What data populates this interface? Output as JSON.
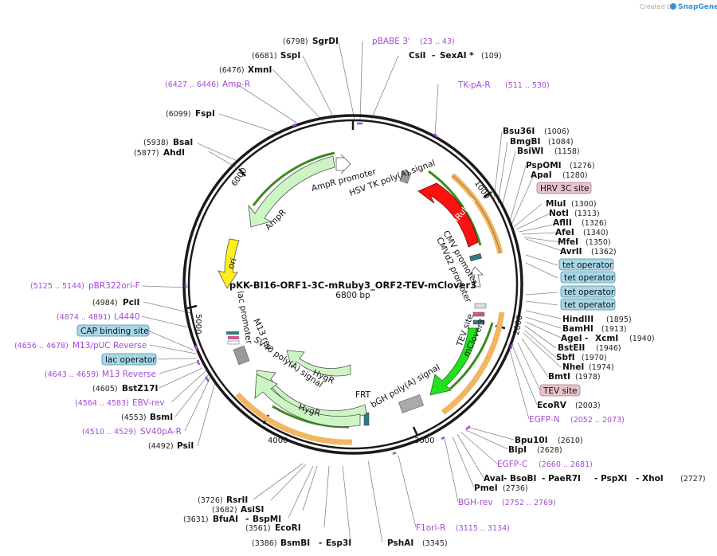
{
  "header": {
    "credit": "Created by",
    "brand": "SnapGene"
  },
  "plasmid": {
    "name": "pKK-BI16-ORF1-3C-mRuby3_ORF2-TEV-mClover3",
    "size": "6800 bp"
  },
  "ticks": [
    "1000",
    "2000",
    "3000",
    "4000",
    "5000",
    "6000"
  ],
  "features": {
    "ampr_promoter": "AmpR promoter",
    "hsv_tk": "HSV TK poly(A) signal",
    "ampr": "AmpR",
    "ori": "ori",
    "mruby3": "mRuby3",
    "cmv_promoter": "CMV promoter",
    "cmvd2_promoter": "CMVd2 promoter",
    "lac_promoter": "lac promoter",
    "m13_rev": "M13 rev",
    "sv40": "SV40 poly(A) signal",
    "hygr1": "HygR",
    "hygr2": "HygR",
    "frt": "FRT",
    "bgh": "bGH poly(A) signal",
    "tev_site": "TEV site",
    "mclover3": "mClover3"
  },
  "labels": {
    "sgrdi": {
      "pos": "(6798)",
      "name": "SgrDI"
    },
    "sspi": {
      "pos": "(6681)",
      "name": "SspI"
    },
    "xmni": {
      "pos": "(6476)",
      "name": "XmnI"
    },
    "ampr_p": {
      "pos": "(6427 .. 6446)",
      "name": "Amp-R"
    },
    "fspi": {
      "pos": "(6099)",
      "name": "FspI"
    },
    "bsai": {
      "pos": "(5938)",
      "name": "BsaI"
    },
    "ahdi": {
      "pos": "(5877)",
      "name": "AhdI"
    },
    "pbabe": {
      "name": "pBABE 3'",
      "pos": "(23 .. 43)"
    },
    "csii": {
      "name": "CsiI",
      "sep": "-",
      "name2": "SexAI *",
      "pos": "(109)"
    },
    "tkpa": {
      "name": "TK-pA-R",
      "pos": "(511 .. 530)"
    },
    "bsu36i": {
      "name": "Bsu36I",
      "pos": "(1006)"
    },
    "bmgbi": {
      "name": "BmgBI",
      "pos": "(1084)"
    },
    "bsiwi": {
      "name": "BsiWI",
      "pos": "(1158)"
    },
    "pspomi": {
      "name": "PspOMI",
      "pos": "(1276)"
    },
    "apai": {
      "name": "ApaI",
      "pos": "(1280)"
    },
    "hrv": {
      "name": "HRV 3C site"
    },
    "mlui": {
      "name": "MluI",
      "pos": "(1300)"
    },
    "noti": {
      "name": "NotI",
      "pos": "(1313)"
    },
    "afliii": {
      "name": "AflII",
      "pos": "(1326)"
    },
    "afei": {
      "name": "AfeI",
      "pos": "(1340)"
    },
    "mfei": {
      "name": "MfeI",
      "pos": "(1350)"
    },
    "avrii": {
      "name": "AvrII",
      "pos": "(1362)"
    },
    "teto1": {
      "name": "tet operator"
    },
    "teto2": {
      "name": "tet operator"
    },
    "teto3": {
      "name": "tet operator"
    },
    "teto4": {
      "name": "tet operator"
    },
    "hindiii": {
      "name": "HindIII",
      "pos": "(1895)"
    },
    "bamhi": {
      "name": "BamHI",
      "pos": "(1913)"
    },
    "agei": {
      "name": "AgeI",
      "sep": "-",
      "name2": "XcmI",
      "pos": "(1940)"
    },
    "bsteii": {
      "name": "BstEII",
      "pos": "(1946)"
    },
    "sbfi": {
      "name": "SbfI",
      "pos": "(1970)"
    },
    "nhei": {
      "name": "NheI",
      "pos": "(1974)"
    },
    "bmti": {
      "name": "BmtI",
      "pos": "(1978)"
    },
    "tevbox": {
      "name": "TEV site"
    },
    "ecorv": {
      "name": "EcoRV",
      "pos": "(2003)"
    },
    "egfpn": {
      "name": "EGFP-N",
      "pos": "(2052 .. 2073)"
    },
    "bpu10i": {
      "name": "Bpu10I",
      "pos": "(2610)"
    },
    "blpi": {
      "name": "BlpI",
      "pos": "(2628)"
    },
    "egfpc": {
      "name": "EGFP-C",
      "pos": "(2660 .. 2681)"
    },
    "avai": {
      "name": "AvaI",
      "sep1": "-",
      "name2": "BsoBI",
      "sep2": "-",
      "name3": "PaeR7I",
      "sep3": "-",
      "name4": "PspXI",
      "sep4": "-",
      "name5": "XhoI",
      "pos": "(2727)"
    },
    "pmei": {
      "name": "PmeI",
      "pos": "(2736)"
    },
    "bghrev": {
      "name": "BGH-rev",
      "pos": "(2752 .. 2769)"
    },
    "f1ori": {
      "name": "F1ori-R",
      "pos": "(3115 .. 3134)"
    },
    "pshai": {
      "name": "PshAI",
      "pos": "(3345)"
    },
    "bsmbi": {
      "pos": "(3386)",
      "name": "BsmBI",
      "sep": "-",
      "name2": "Esp3I"
    },
    "ecori": {
      "pos": "(3561)",
      "name": "EcoRI"
    },
    "bfuai": {
      "pos": "(3631)",
      "name": "BfuAI",
      "sep": "-",
      "name2": "BspMI"
    },
    "asisi": {
      "pos": "(3682)",
      "name": "AsiSI"
    },
    "rsrii": {
      "pos": "(3726)",
      "name": "RsrII"
    },
    "psii": {
      "pos": "(4492)",
      "name": "PsiI"
    },
    "sv40pa": {
      "pos": "(4510 .. 4529)",
      "name": "SV40pA-R"
    },
    "bsmi": {
      "pos": "(4553)",
      "name": "BsmI"
    },
    "ebv": {
      "pos": "(4564 .. 4583)",
      "name": "EBV-rev"
    },
    "bstz17i": {
      "pos": "(4605)",
      "name": "BstZ17I"
    },
    "m13rev": {
      "pos": "(4643 .. 4659)",
      "name": "M13 Reverse"
    },
    "lacop": {
      "name": "lac operator"
    },
    "m13puc": {
      "pos": "(4656 .. 4678)",
      "name": "M13/pUC Reverse"
    },
    "cap": {
      "name": "CAP binding site"
    },
    "l4440": {
      "pos": "(4874 .. 4891)",
      "name": "L4440"
    },
    "pcii": {
      "pos": "(4984)",
      "name": "PciI"
    },
    "pbr322": {
      "pos": "(5125 .. 5144)",
      "name": "pBR322ori-F"
    }
  },
  "colors": {
    "backbone": "#1a1a1a",
    "ampr_fill": "#cdf5c4",
    "ori_fill": "#ffef1a",
    "mruby_fill": "#ff1010",
    "mclover_fill": "#22e020",
    "primer": "#a64ad8",
    "orange_band": "#f2b560"
  }
}
